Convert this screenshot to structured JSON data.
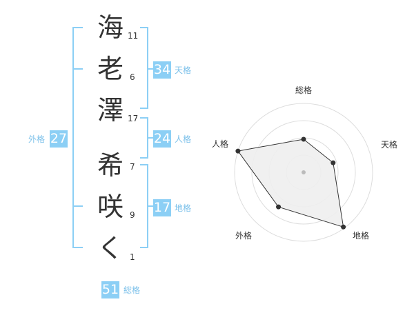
{
  "name": {
    "chars": [
      {
        "char": "海",
        "strokes": "11"
      },
      {
        "char": "老",
        "strokes": "6"
      },
      {
        "char": "澤",
        "strokes": "17"
      },
      {
        "char": "希",
        "strokes": "7"
      },
      {
        "char": "咲",
        "strokes": "9"
      },
      {
        "char": "く",
        "strokes": "1"
      }
    ]
  },
  "kaku": {
    "tenkaku": {
      "value": "34",
      "label": "天格"
    },
    "jinkaku": {
      "value": "24",
      "label": "人格"
    },
    "chikaku": {
      "value": "17",
      "label": "地格"
    },
    "gaikaku": {
      "value": "27",
      "label": "外格"
    },
    "soukaku": {
      "value": "51",
      "label": "総格"
    }
  },
  "radar": {
    "labels": {
      "soukaku": "総格",
      "tenkaku": "天格",
      "chikaku": "地格",
      "gaikaku": "外格",
      "jinkaku": "人格"
    },
    "levels": {
      "soukaku": 0.48,
      "tenkaku": 0.45,
      "chikaku": 0.98,
      "gaikaku": 0.62,
      "jinkaku": 1.0
    },
    "rings": 4
  },
  "colors": {
    "bracket": "#8ccff5",
    "badge": "#8ccff5",
    "label": "#7cc1ea",
    "ring": "#dddddd",
    "polygon_fill": "#eeeeee",
    "polygon_stroke": "#333333",
    "center": "#bbbbbb"
  }
}
